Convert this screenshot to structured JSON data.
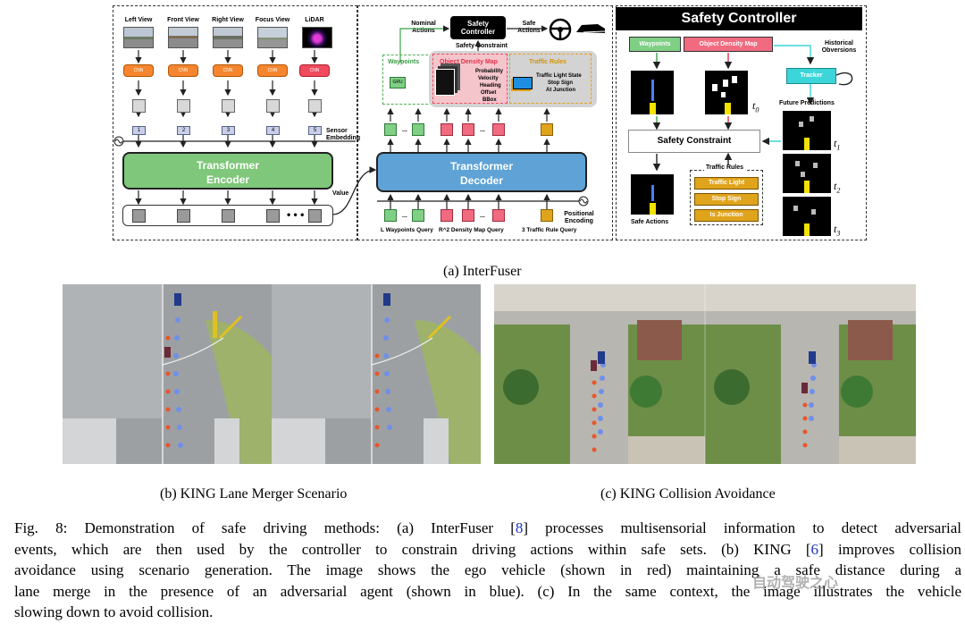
{
  "interfuser": {
    "views": [
      "Left View",
      "Front View",
      "Right View",
      "Focus View",
      "LiDAR"
    ],
    "cnn_label": "CNN",
    "sensor_indices": [
      "1",
      "2",
      "3",
      "4",
      "5"
    ],
    "sensor_embedding": "Sensor Embedding",
    "encoder_label": "Transformer Encoder",
    "value_label": "Value",
    "decoder_label": "Transformer Decoder",
    "nominal_actions": "Nominal Actions",
    "safety_controller_small": "Safety Controller",
    "safe_actions_top": "Safe Actions",
    "safety_constraint_small": "Safety Constraint",
    "waypoints_small": "Waypoints",
    "gru_label": "GRU",
    "density_map_small": "Object Density Map",
    "density_attrs": [
      "Probability",
      "Velocity",
      "Heading",
      "Offset",
      "BBox"
    ],
    "traffic_rules_small": "Traffic Rules",
    "traffic_attrs": [
      "Traffic Light State",
      "Stop Sign",
      "At Junction"
    ],
    "query_labels": [
      "L Waypoints Query",
      "R^2 Density Map Query",
      "3 Traffic Rule Query"
    ],
    "positional_encoding": "Positional Encoding",
    "sc_title": "Safety Controller",
    "sc_waypoints": "Waypoints",
    "sc_density": "Object Density Map",
    "historical": "Historical Obversions",
    "tracker": "Tracker",
    "t0": "t",
    "future_predictions": "Future Predictions",
    "safety_constraint": "Safety Constraint",
    "traffic_rules": "Traffic Rules",
    "rule_buttons": [
      "Traffic Light",
      "Stop Sign",
      "Is Junction"
    ],
    "safe_actions": "Safe Actions",
    "t_labels": [
      "t",
      "t",
      "t"
    ]
  },
  "captions": {
    "a": "(a) InterFuser",
    "b": "(b) KING Lane Merger Scenario",
    "c": "(c) KING Collision Avoidance"
  },
  "figure_caption": {
    "lines": [
      [
        "Fig. 8: Demonstration of safe driving methods: (a) InterFuser [",
        "8",
        "] processes multisensorial information to detect adversarial"
      ],
      [
        "events, which are then used by the controller to constrain driving actions within safe sets. (b) KING [",
        "6",
        "] improves collision"
      ],
      [
        "avoidance using scenario generation. The image shows the ego vehicle (shown in red) maintaining a safe distance during a",
        "",
        ""
      ],
      [
        "lane merge in the presence of an adversarial agent (shown in blue). (c) In the same context, the image illustrates the vehicle",
        "",
        ""
      ],
      [
        "slowing down to avoid collision.",
        "",
        ""
      ]
    ]
  },
  "watermark": "自动驾驶之心",
  "colors": {
    "encoder": "#7fc77a",
    "decoder": "#5fa3d6",
    "cnn": "#f5862f",
    "density": "#f06b80",
    "traffic": "#e0a41c",
    "tracker": "#3cd5d9",
    "ego_red": "#e8562b",
    "adversary_blue": "#6f8fe8"
  }
}
